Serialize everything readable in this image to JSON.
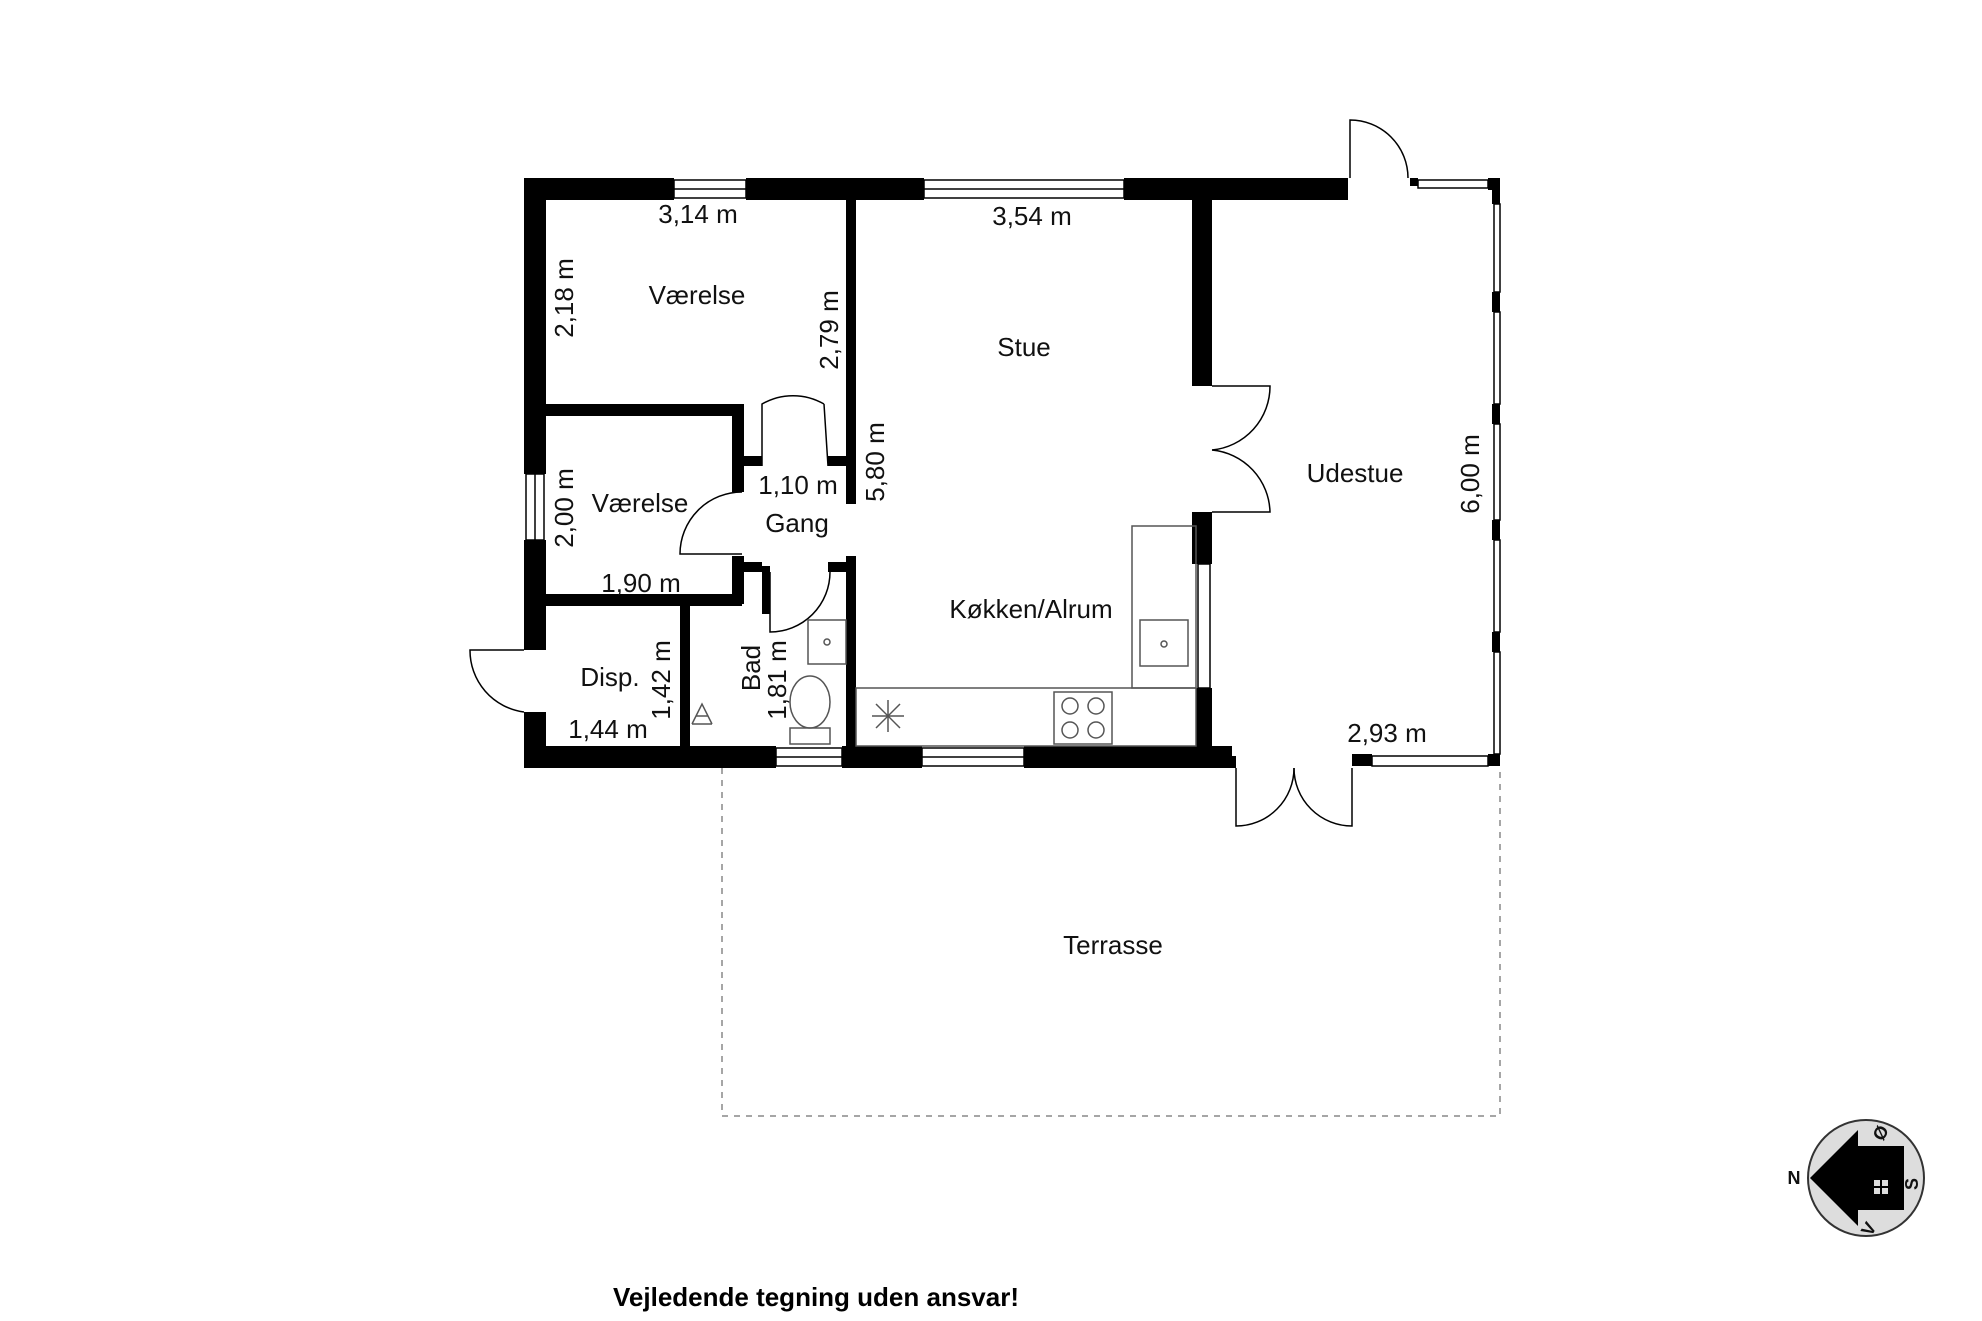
{
  "rooms": {
    "vaerelse_1": "Værelse",
    "vaerelse_2": "Værelse",
    "stue": "Stue",
    "udestue": "Udestue",
    "gang": "Gang",
    "koekken": "Køkken/Alrum",
    "bad": "Bad",
    "disp": "Disp.",
    "terrasse": "Terrasse"
  },
  "dimensions": {
    "d_314": "3,14 m",
    "d_354": "3,54 m",
    "d_218": "2,18 m",
    "d_279": "2,79 m",
    "d_580": "5,80 m",
    "d_110": "1,10 m",
    "d_200": "2,00 m",
    "d_190": "1,90 m",
    "d_142": "1,42 m",
    "d_181": "1,81 m",
    "d_144": "1,44 m",
    "d_293": "2,93 m",
    "d_600": "6,00 m"
  },
  "compass": {
    "n": "N",
    "o": "Ø",
    "s": "S",
    "v": "V"
  },
  "disclaimer": "Vejledende tegning uden ansvar!",
  "colors": {
    "wall": "#000000",
    "fixture": "#555555",
    "compass_bg": "#dddddd"
  }
}
